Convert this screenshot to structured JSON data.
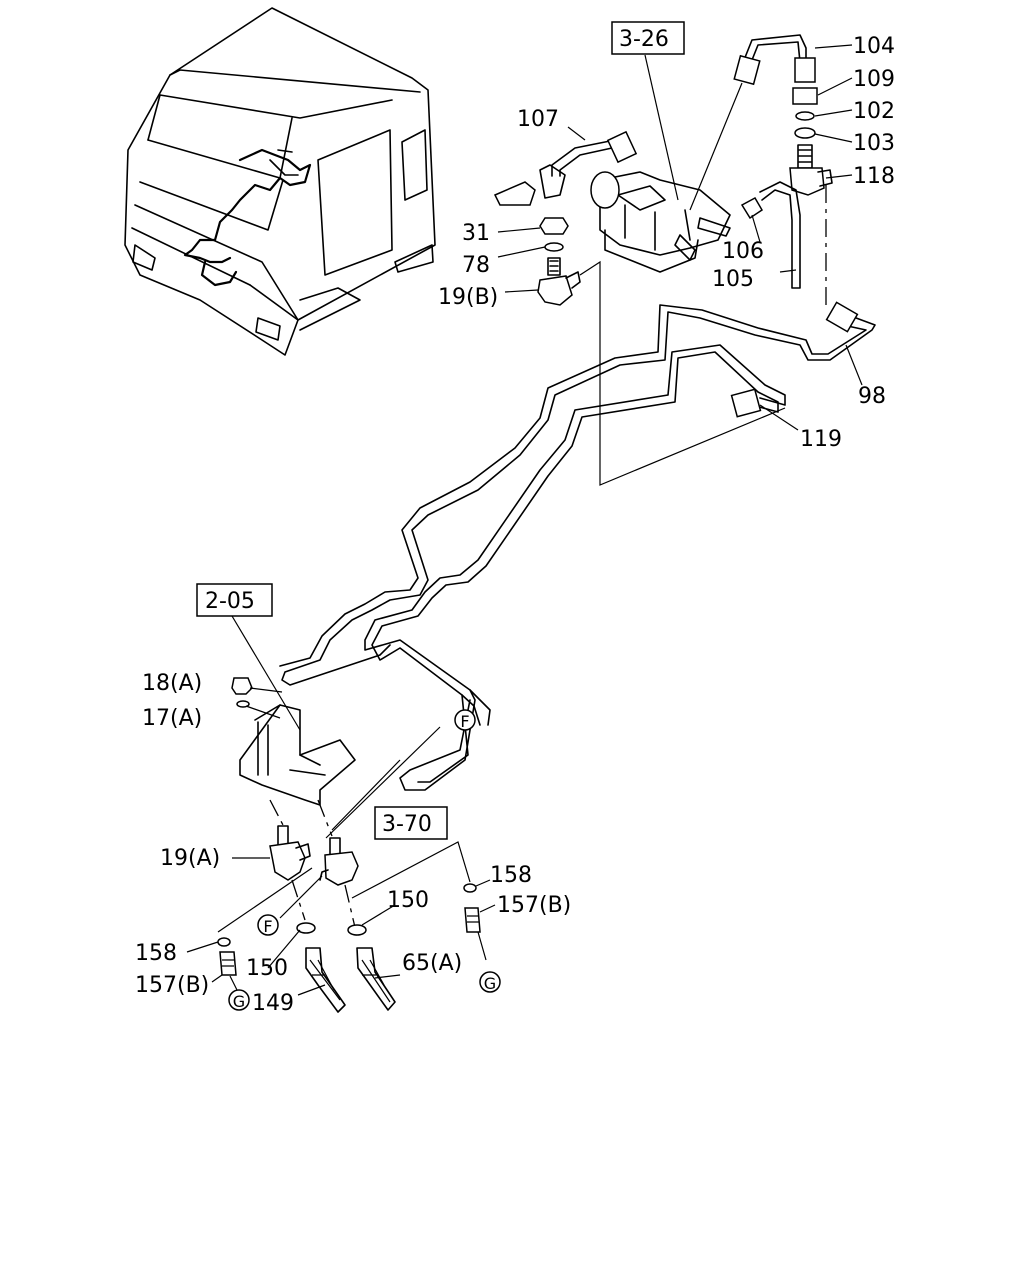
{
  "ref_boxes": [
    "3-26",
    "2-05",
    "3-70"
  ],
  "callouts": {
    "c104": "104",
    "c109": "109",
    "c102": "102",
    "c103": "103",
    "c118": "118",
    "c107": "107",
    "c31": "31",
    "c78": "78",
    "c19b": "19(B)",
    "c106": "106",
    "c105": "105",
    "c98": "98",
    "c119": "119",
    "c18a": "18(A)",
    "c17a": "17(A)",
    "c19a": "19(A)",
    "c158_left": "158",
    "c157b_left": "157(B)",
    "c150_left": "150",
    "c149": "149",
    "c150_right": "150",
    "c65a": "65(A)",
    "c158_right": "158",
    "c157b_right": "157(B)"
  },
  "connector_markers": {
    "f_top": "F",
    "f_bottom": "F",
    "g_left": "G",
    "g_right": "G"
  }
}
